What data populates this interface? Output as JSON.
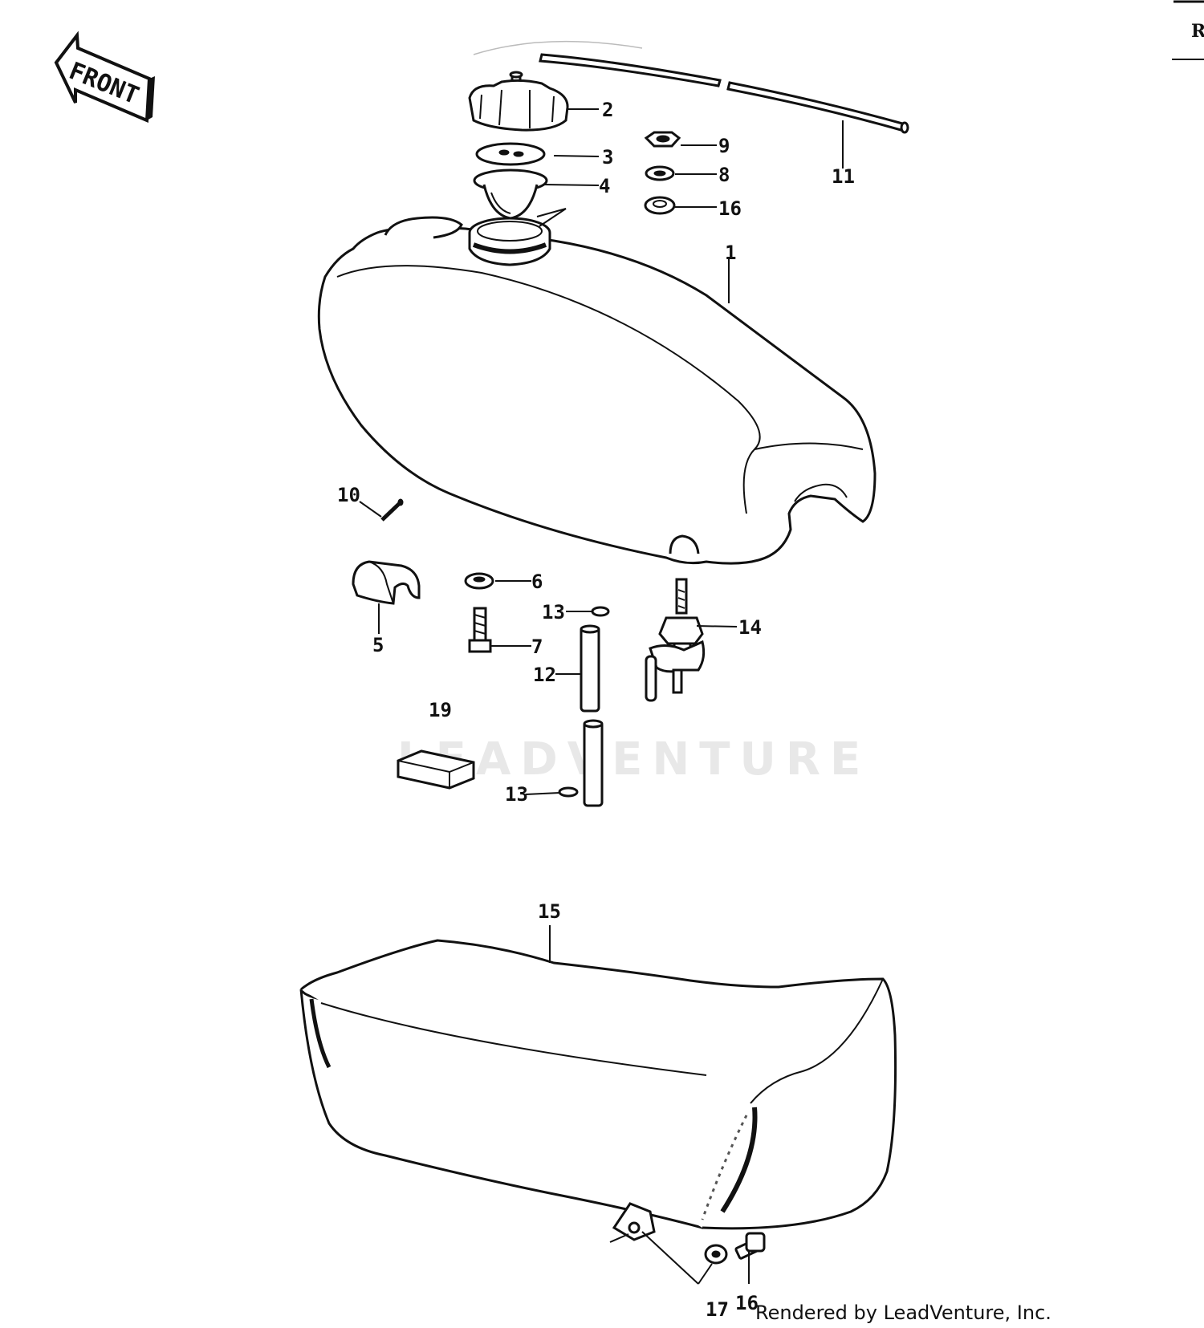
{
  "front_arrow": {
    "text": "FRONT"
  },
  "corner_mark": {
    "text": "R"
  },
  "watermark": {
    "text": "LEADVENTURE"
  },
  "credit": {
    "text": "Rendered by LeadVenture, Inc."
  },
  "callouts": {
    "c1": "1",
    "c2": "2",
    "c3": "3",
    "c4": "4",
    "c5": "5",
    "c6": "6",
    "c7": "7",
    "c8": "8",
    "c9": "9",
    "c10": "10",
    "c11": "11",
    "c12": "12",
    "c13a": "13",
    "c13b": "13",
    "c14": "14",
    "c15": "15",
    "c16a": "16",
    "c16b": "16",
    "c17": "17",
    "c19": "19"
  }
}
